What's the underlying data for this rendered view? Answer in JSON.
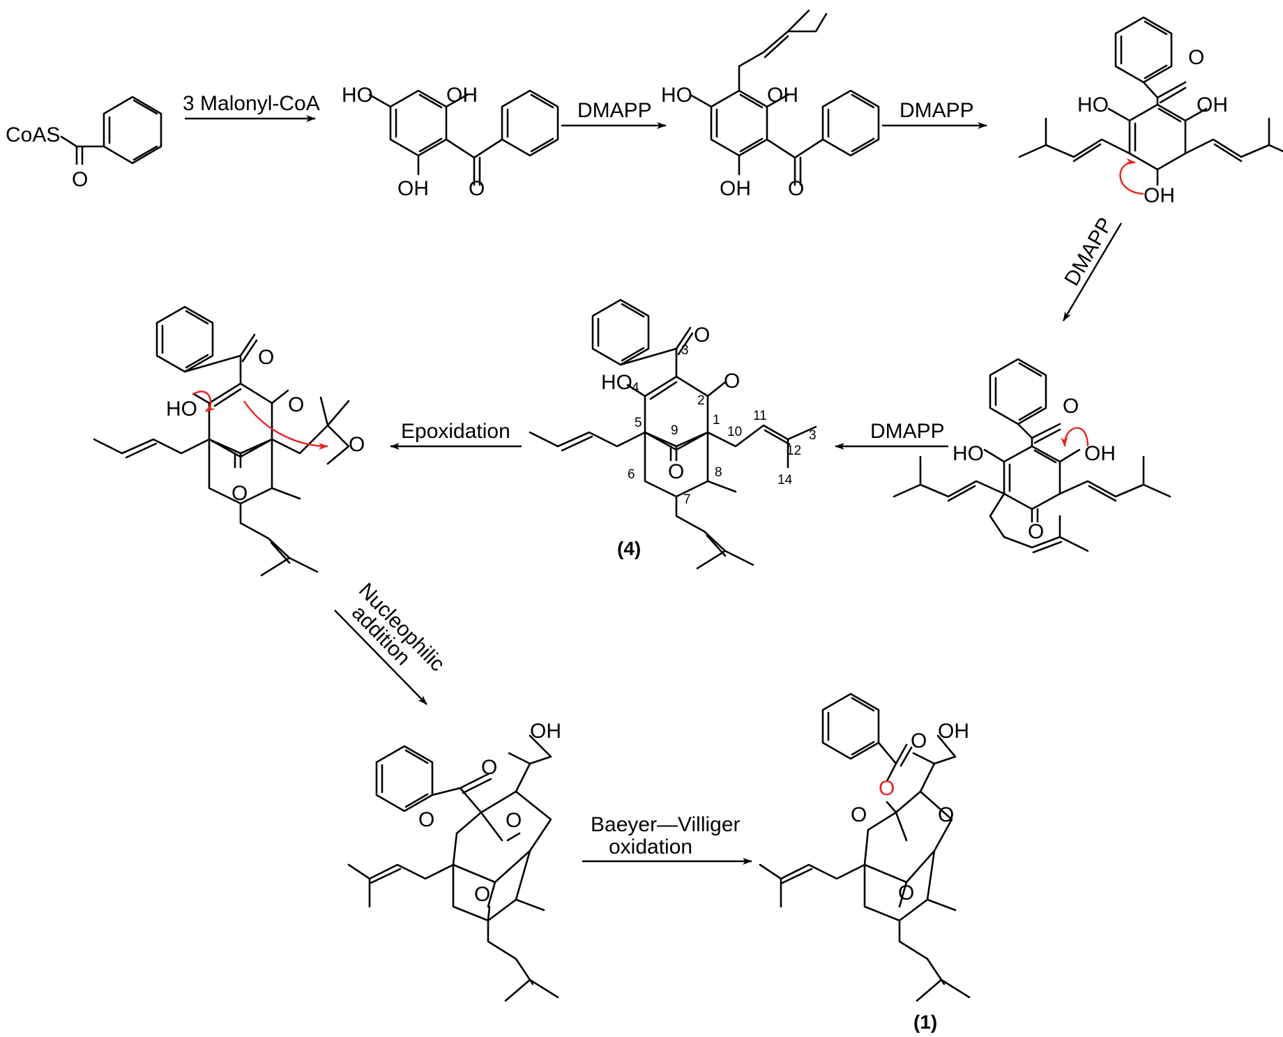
{
  "scheme": {
    "colors": {
      "ink": "#000000",
      "mechanism_arrow": "#e8231f",
      "highlight_oxygen": "#e8231f"
    },
    "steps": [
      {
        "reagent": "3 Malonyl-CoA"
      },
      {
        "reagent": "DMAPP"
      },
      {
        "reagent": "DMAPP"
      },
      {
        "reagent": "DMAPP"
      },
      {
        "reagent": "DMAPP"
      },
      {
        "reagent": "Epoxidation"
      },
      {
        "reagent_line1": "Nucleophilic",
        "reagent_line2": "addition"
      },
      {
        "reagent_line1": "Baeyer—Villiger",
        "reagent_line2": "oxidation"
      }
    ],
    "compounds": {
      "benzoyl_coa": {
        "label_coas": "CoAS",
        "label_o": "O"
      },
      "benzophenone": {
        "oh1": "HO",
        "oh2": "OH",
        "oh3": "OH",
        "o": "O"
      },
      "mono_prenyl": {
        "oh1": "HO",
        "oh2": "OH",
        "oh3": "OH",
        "o": "O"
      },
      "di_prenyl": {
        "oh1": "HO",
        "oh2": "OH",
        "oh3": "OH",
        "o": "O"
      },
      "tri_prenyl": {
        "oh1": "HO",
        "oh2": "OH",
        "o1": "O",
        "o2": "O"
      },
      "cmpd4": {
        "label": "(4)",
        "oh": "HO",
        "o1": "O",
        "o2": "O",
        "o3": "O",
        "numbers": [
          "1",
          "2",
          "3",
          "4",
          "5",
          "6",
          "7",
          "8",
          "9",
          "10",
          "11",
          "12",
          "3",
          "14"
        ]
      },
      "epoxide": {
        "oh": "HO",
        "o1": "O",
        "o2": "O",
        "o3": "O",
        "o_epox": "O"
      },
      "adamantane": {
        "oh": "OH",
        "o1": "O",
        "o2": "O",
        "o3": "O",
        "o4": "O"
      },
      "cmpd1": {
        "label": "(1)",
        "oh": "OH",
        "o1": "O",
        "o_ester": "O",
        "o2": "O",
        "o3": "O",
        "o4": "O"
      }
    }
  }
}
